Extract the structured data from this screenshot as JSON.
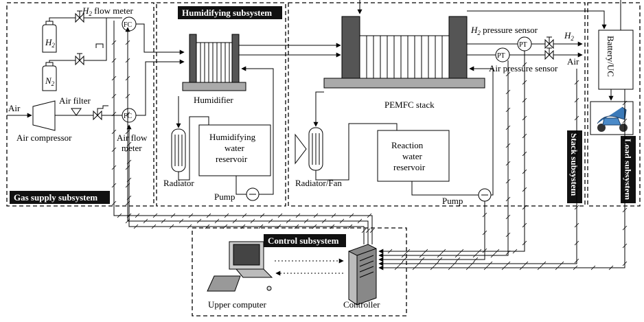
{
  "subsystems": {
    "gas_supply": "Gas supply subsystem",
    "humidifying": "Humidifying subsystem",
    "stack": "Stack subsystem",
    "load": "Load subsystem",
    "control": "Control subsystem"
  },
  "colors": {
    "gas_supply": "#f6f5c8",
    "humidifying": "#f0cde2",
    "stack": "#d6ebc3",
    "load": "#c6e6f0",
    "control": "#ececec",
    "tag_bg": "#111111"
  },
  "gas_supply": {
    "h2_cylinder": "H",
    "h2_cylinder_sub": "2",
    "n2_cylinder": "N",
    "n2_cylinder_sub": "2",
    "h2_flow_meter_h": "H",
    "h2_flow_meter_sub": "2",
    "h2_flow_meter_rest": " flow  meter",
    "fc": "FC",
    "air_in": "Air",
    "air_filter": "Air filter",
    "air_compressor": "Air compressor",
    "air_flow_meter_1": "Air flow",
    "air_flow_meter_2": "meter"
  },
  "humidifying": {
    "humidifier": "Humidifier",
    "radiator": "Radiator",
    "reservoir_1": "Humidifying",
    "reservoir_2": "water",
    "reservoir_3": "reservoir",
    "pump": "Pump"
  },
  "stack": {
    "h2_pressure_sensor_h": "H",
    "h2_pressure_sensor_sub": "2",
    "h2_pressure_sensor_rest": "  pressure sensor",
    "h2_out": "H",
    "h2_out_sub": "2",
    "air_out": "Air",
    "air_pressure_sensor": "Air pressure sensor",
    "pt": "PT",
    "pemfc_stack": "PEMFC stack",
    "radiator_fan": "Radiator/Fan",
    "reservoir_1": "Reaction",
    "reservoir_2": "water",
    "reservoir_3": "reservoir",
    "pump": "Pump"
  },
  "load": {
    "battery": "Battery/UC"
  },
  "control": {
    "upper_computer": "Upper computer",
    "controller": "Controller"
  }
}
